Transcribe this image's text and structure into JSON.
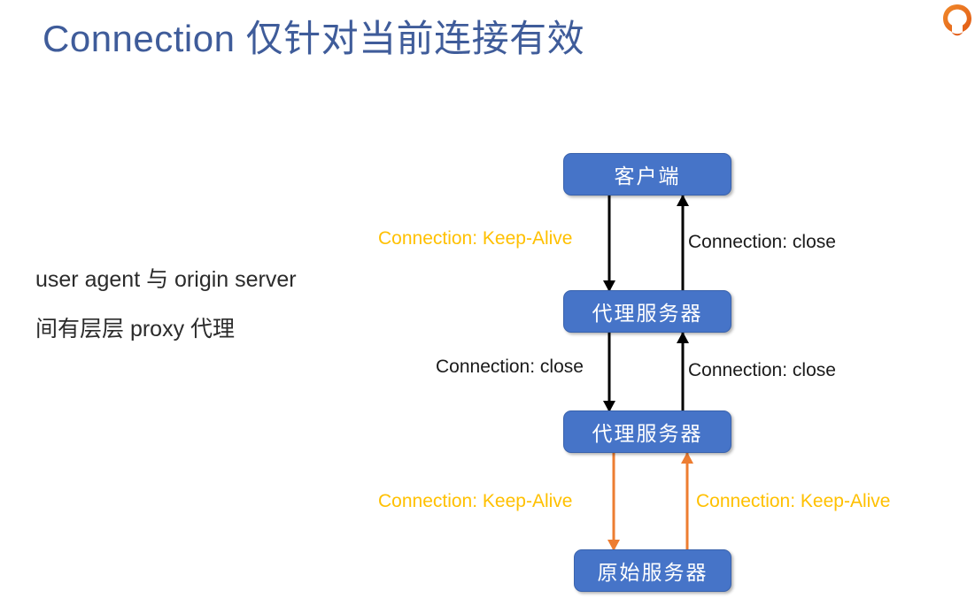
{
  "slide": {
    "title": "Connection 仅针对当前连接有效",
    "title_color": "#3f5c9a",
    "background": "#ffffff"
  },
  "logo": {
    "name": "brand-logo-icon",
    "color": "#ed7031"
  },
  "left_note": {
    "line1": "user agent 与 origin server",
    "line2": "间有层层 proxy 代理",
    "color": "#2b2b2b"
  },
  "diagram": {
    "node_fill": "#4674c8",
    "node_text_color": "#ffffff",
    "nodes": [
      {
        "id": "client",
        "label": "客户端"
      },
      {
        "id": "proxy-1",
        "label": "代理服务器"
      },
      {
        "id": "proxy-2",
        "label": "代理服务器"
      },
      {
        "id": "origin",
        "label": "原始服务器"
      }
    ],
    "edges": [
      {
        "id": "client-to-proxy1",
        "from": "client",
        "to": "proxy-1",
        "direction": "down",
        "color": "#000000",
        "label": "Connection: Keep-Alive",
        "label_color": "#ffc000"
      },
      {
        "id": "proxy1-to-client",
        "from": "proxy-1",
        "to": "client",
        "direction": "up",
        "color": "#000000",
        "label": "Connection: close",
        "label_color": "#1a1a1a"
      },
      {
        "id": "proxy1-to-proxy2",
        "from": "proxy-1",
        "to": "proxy-2",
        "direction": "down",
        "color": "#000000",
        "label": "Connection: close",
        "label_color": "#1a1a1a"
      },
      {
        "id": "proxy2-to-proxy1",
        "from": "proxy-2",
        "to": "proxy-1",
        "direction": "up",
        "color": "#000000",
        "label": "Connection: close",
        "label_color": "#1a1a1a"
      },
      {
        "id": "proxy2-to-origin",
        "from": "proxy-2",
        "to": "origin",
        "direction": "down",
        "color": "#ed7d31",
        "label": "Connection: Keep-Alive",
        "label_color": "#ffc000"
      },
      {
        "id": "origin-to-proxy2",
        "from": "origin",
        "to": "proxy-2",
        "direction": "up",
        "color": "#ed7d31",
        "label": "Connection: Keep-Alive",
        "label_color": "#ffc000"
      }
    ]
  }
}
